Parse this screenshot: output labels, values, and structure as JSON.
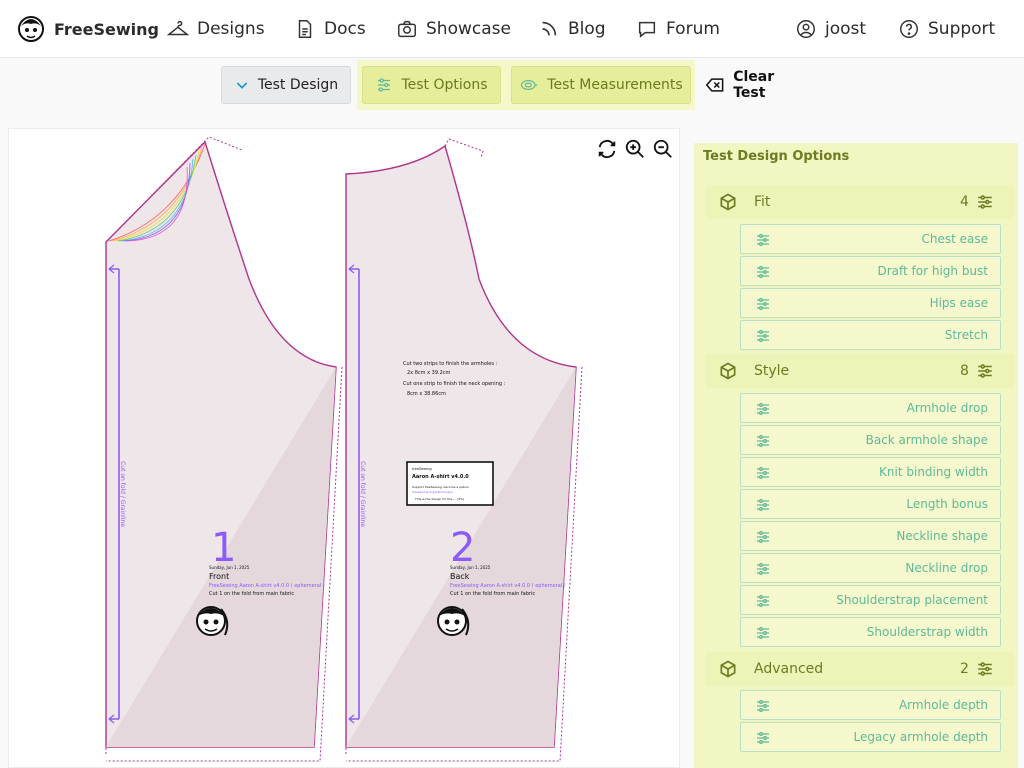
{
  "nav": {
    "brand": "FreeSewing",
    "items": [
      {
        "label": "Designs",
        "icon": "hanger-icon"
      },
      {
        "label": "Docs",
        "icon": "document-icon"
      },
      {
        "label": "Showcase",
        "icon": "camera-icon"
      },
      {
        "label": "Blog",
        "icon": "rss-icon"
      },
      {
        "label": "Forum",
        "icon": "chat-icon"
      }
    ],
    "user": {
      "label": "joost",
      "icon": "user-circle-icon"
    },
    "support": {
      "label": "Support",
      "icon": "help-circle-icon"
    }
  },
  "toolbar": {
    "design_label": "Test Design",
    "options_label": "Test Options",
    "measurements_label": "Test Measurements",
    "clear_label": "Clear Test"
  },
  "pattern": {
    "front": {
      "number": "1",
      "date": "Sunday, Jun 1, 2025",
      "name": "Front",
      "design": "FreeSewing Aaron A-shirt v4.0.0 ( ephemeral )",
      "cut": "Cut 1 on the fold from main fabric",
      "grainline": "Cut on fold / Grainline"
    },
    "back": {
      "number": "2",
      "date": "Sunday, Jun 1, 2025",
      "name": "Back",
      "design": "FreeSewing Aaron A-shirt v4.0.0 ( ephemeral )",
      "cut": "Cut 1 on the fold from main fabric",
      "grainline": "Cut on fold / Grainline",
      "note_1": "Cut two strips to finish the armholes :",
      "note_2": "2x 8cm x 39.2cm",
      "note_3": "Cut one strip to finish the neck opening :",
      "note_4": "8cm x 38.86cm",
      "title_box_1": "freeSewing",
      "title_box_2": "Aaron A-shirt v4.0.0",
      "title_box_3": "Support freeSewing, become a patron",
      "title_box_4": "freesewing.org/patrons/join",
      "title_box_5": "This is the design for the ... (4%)"
    }
  },
  "sidebar": {
    "title": "Test Design Options",
    "groups": [
      {
        "label": "Fit",
        "count": "4",
        "options": [
          "Chest ease",
          "Draft for high bust",
          "Hips ease",
          "Stretch"
        ]
      },
      {
        "label": "Style",
        "count": "8",
        "options": [
          "Armhole drop",
          "Back armhole shape",
          "Knit binding width",
          "Length bonus",
          "Neckline shape",
          "Neckline drop",
          "Shoulderstrap placement",
          "Shoulderstrap width"
        ]
      },
      {
        "label": "Advanced",
        "count": "2",
        "options": [
          "Armhole depth",
          "Legacy armhole depth"
        ]
      }
    ]
  },
  "colors": {
    "accent": "#6f7b20",
    "option_text": "#5fb999",
    "pattern_line": "#b0358c",
    "pattern_fill": "#efe6ea",
    "purple": "#8b5cf6"
  }
}
